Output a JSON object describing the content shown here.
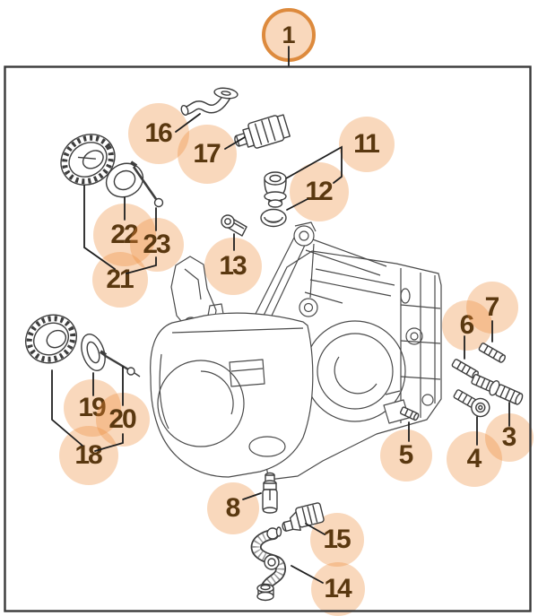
{
  "colors": {
    "callout_fill": "rgba(236,140,58,0.34)",
    "callout_ring": "#dd8a3d",
    "callout_text": "#5a3810",
    "leader_line": "#1f1f1f",
    "artwork_line": "#4a4a4a",
    "frame_border": "#3a3a3a",
    "background": "#ffffff"
  },
  "callouts": {
    "c1": {
      "label": "1"
    },
    "c3": {
      "label": "3"
    },
    "c4": {
      "label": "4"
    },
    "c5": {
      "label": "5"
    },
    "c6": {
      "label": "6"
    },
    "c7": {
      "label": "7"
    },
    "c8": {
      "label": "8"
    },
    "c11": {
      "label": "11"
    },
    "c12": {
      "label": "12"
    },
    "c13": {
      "label": "13"
    },
    "c14": {
      "label": "14"
    },
    "c15": {
      "label": "15"
    },
    "c16": {
      "label": "16"
    },
    "c17": {
      "label": "17"
    },
    "c18": {
      "label": "18"
    },
    "c19": {
      "label": "19"
    },
    "c20": {
      "label": "20"
    },
    "c21": {
      "label": "21"
    },
    "c22": {
      "label": "22"
    },
    "c23": {
      "label": "23"
    }
  }
}
